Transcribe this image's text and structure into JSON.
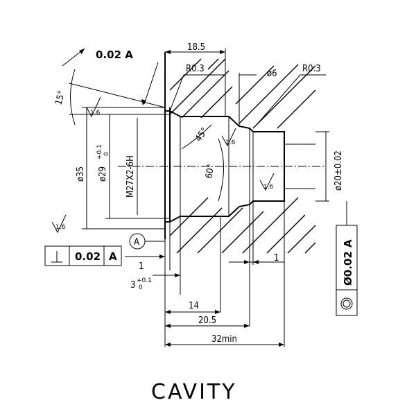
{
  "title": "CAVITY",
  "tolerances": {
    "runout_top": "0.02 A",
    "angle_15": "15°",
    "perpendicularity_value": "0.02",
    "perpendicularity_datum": "A",
    "concentricity_value": "Ø0.02 A"
  },
  "datum": {
    "label": "A"
  },
  "dimensions": {
    "d18_5": "18.5",
    "r0_3_left": "R0.3",
    "phi6": "ø6",
    "r0_3_right": "R0.3",
    "roughness_a": "1.6",
    "roughness_b": "1.6",
    "roughness_c": "1.6",
    "roughness_d": "1.6",
    "phi35": "ø35",
    "phi29": "ø29",
    "phi29_tol_up": "+0.1",
    "phi29_tol_low": "0",
    "thread": "M27X2-6H",
    "angle45": "45°",
    "angle60": "60°",
    "phi20": "ø20±0.02",
    "d1_left": "1",
    "d1_right": "1",
    "d3": "3",
    "d3_tol_up": "+0.1",
    "d3_tol_low": "0",
    "d14": "14",
    "d20_5": "20.5",
    "d32": "32min"
  }
}
